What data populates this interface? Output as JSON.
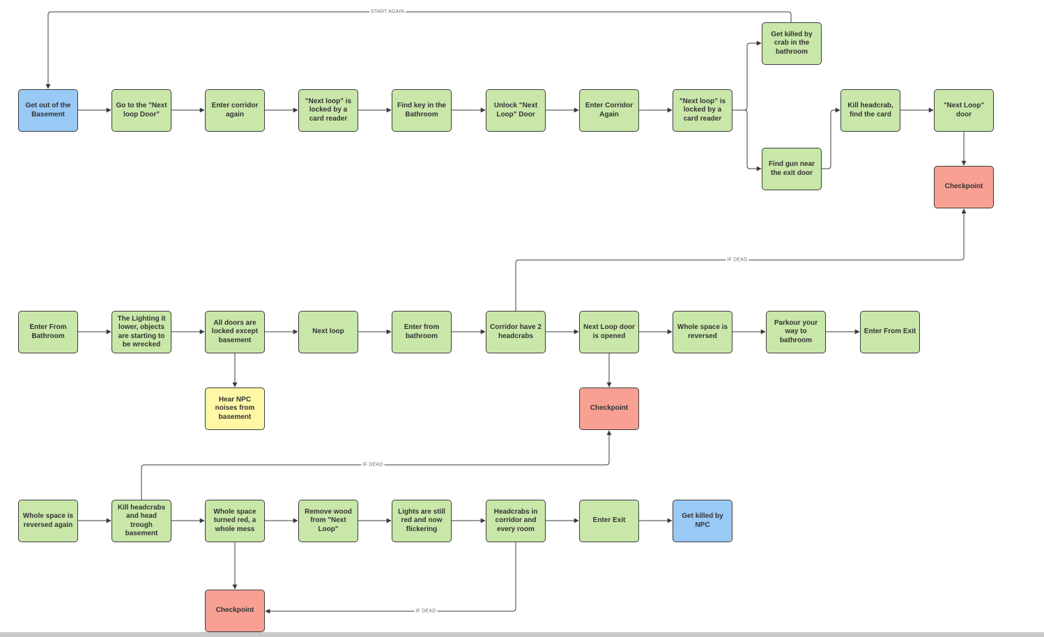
{
  "colors": {
    "green": "#c9e7a9",
    "blue": "#99c9f5",
    "red": "#f7a093",
    "yellow": "#fdf7a6",
    "line": "#3a3a3a"
  },
  "nodes": {
    "get_out_basement": {
      "label": "Get out of the Basement",
      "color": "blue"
    },
    "go_to_next_loop_door": {
      "label": "Go to the \"Next loop Door\"",
      "color": "green"
    },
    "enter_corridor_again_1": {
      "label": "Enter corridor again",
      "color": "green"
    },
    "next_loop_locked_1": {
      "label": "\"Next loop\" is locked by a card reader",
      "color": "green"
    },
    "find_key_bathroom": {
      "label": "Find key in the Bathroom",
      "color": "green"
    },
    "unlock_next_loop_door": {
      "label": "Unlock \"Next Loop\" Door",
      "color": "green"
    },
    "enter_corridor_again_2": {
      "label": "Enter Corridor Again",
      "color": "green"
    },
    "next_loop_locked_2": {
      "label": "\"Next loop\" is locked by a card reader",
      "color": "green"
    },
    "killed_by_crab": {
      "label": "Get killed by crab in the bathroom",
      "color": "green"
    },
    "find_gun_exit": {
      "label": "Find gun near the exit door",
      "color": "green"
    },
    "kill_headcrab_card": {
      "label": "Kill headcrab, find the  card",
      "color": "green"
    },
    "next_loop_door_top": {
      "label": "\"Next Loop\" door",
      "color": "green"
    },
    "checkpoint_1": {
      "label": "Checkpoint",
      "color": "red"
    },
    "enter_from_bathroom_1": {
      "label": "Enter From Bathroom",
      "color": "green"
    },
    "lighting_lower": {
      "label": "The Lighting it lower, objects are starting to be wrecked",
      "color": "green"
    },
    "all_doors_locked": {
      "label": "All doors are locked except basement",
      "color": "green"
    },
    "hear_npc": {
      "label": "Hear NPC noises from basement",
      "color": "yellow"
    },
    "next_loop": {
      "label": "Next loop",
      "color": "green"
    },
    "enter_from_bathroom_2": {
      "label": "Enter from bathroom",
      "color": "green"
    },
    "corridor_2_headcrabs": {
      "label": "Corridor have 2 headcrabs",
      "color": "green"
    },
    "next_loop_door_opened": {
      "label": "Next Loop door is opened",
      "color": "green"
    },
    "checkpoint_2": {
      "label": "Checkpoint",
      "color": "red"
    },
    "whole_space_reversed": {
      "label": "Whole space is reversed",
      "color": "green"
    },
    "parkour_bathroom": {
      "label": "Parkour your way to bathroom",
      "color": "green"
    },
    "enter_from_exit": {
      "label": "Enter From Exit",
      "color": "green"
    },
    "whole_space_reversed_again": {
      "label": "Whole space is reversed again",
      "color": "green"
    },
    "kill_headcrabs_basement": {
      "label": "Kill headcrabs and head trough basement",
      "color": "green"
    },
    "whole_space_red": {
      "label": "Whole space turned red, a whole mess",
      "color": "green"
    },
    "checkpoint_3": {
      "label": "Checkpoint",
      "color": "red"
    },
    "remove_wood": {
      "label": "Remove wood from \"Next Loop\"",
      "color": "green"
    },
    "lights_red": {
      "label": "Lights are still red and now flickering",
      "color": "green"
    },
    "headcrabs_every_room": {
      "label": "Headcrabs in corridor and every room",
      "color": "green"
    },
    "enter_exit": {
      "label": "Enter Exit",
      "color": "green"
    },
    "killed_by_npc": {
      "label": "Get killed by NPC",
      "color": "blue"
    }
  },
  "edge_labels": {
    "start_again": "START AGAIN",
    "if_dead_1": "IF DEAD",
    "if_dead_2": "IF DEAD",
    "if_dead_3": "IF DEAD"
  }
}
